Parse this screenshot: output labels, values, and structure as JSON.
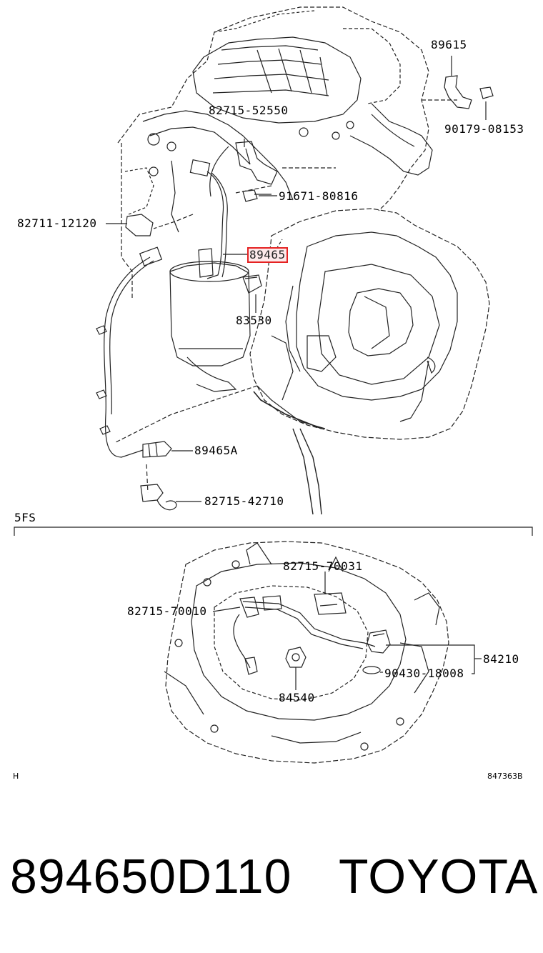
{
  "labels": {
    "p89615": "89615",
    "p90179": "90179-08153",
    "p82715_52550": "82715-52550",
    "p91671": "91671-80816",
    "p82711": "82711-12120",
    "p89465": "89465",
    "p83530": "83530",
    "p89465A": "89465A",
    "p82715_42710": "82715-42710",
    "p82715_70031": "82715-70031",
    "p82715_70010": "82715-70010",
    "p84210": "84210",
    "p90430": "90430-18008",
    "p84540": "84540"
  },
  "section_label": "5FS",
  "corner_left": "H",
  "corner_right": "847363B",
  "footer": {
    "part_number": "894650D110",
    "brand": "TOYOTA"
  },
  "colors": {
    "highlight_border": "#e52222",
    "highlight_fill": "#fde9ea"
  }
}
